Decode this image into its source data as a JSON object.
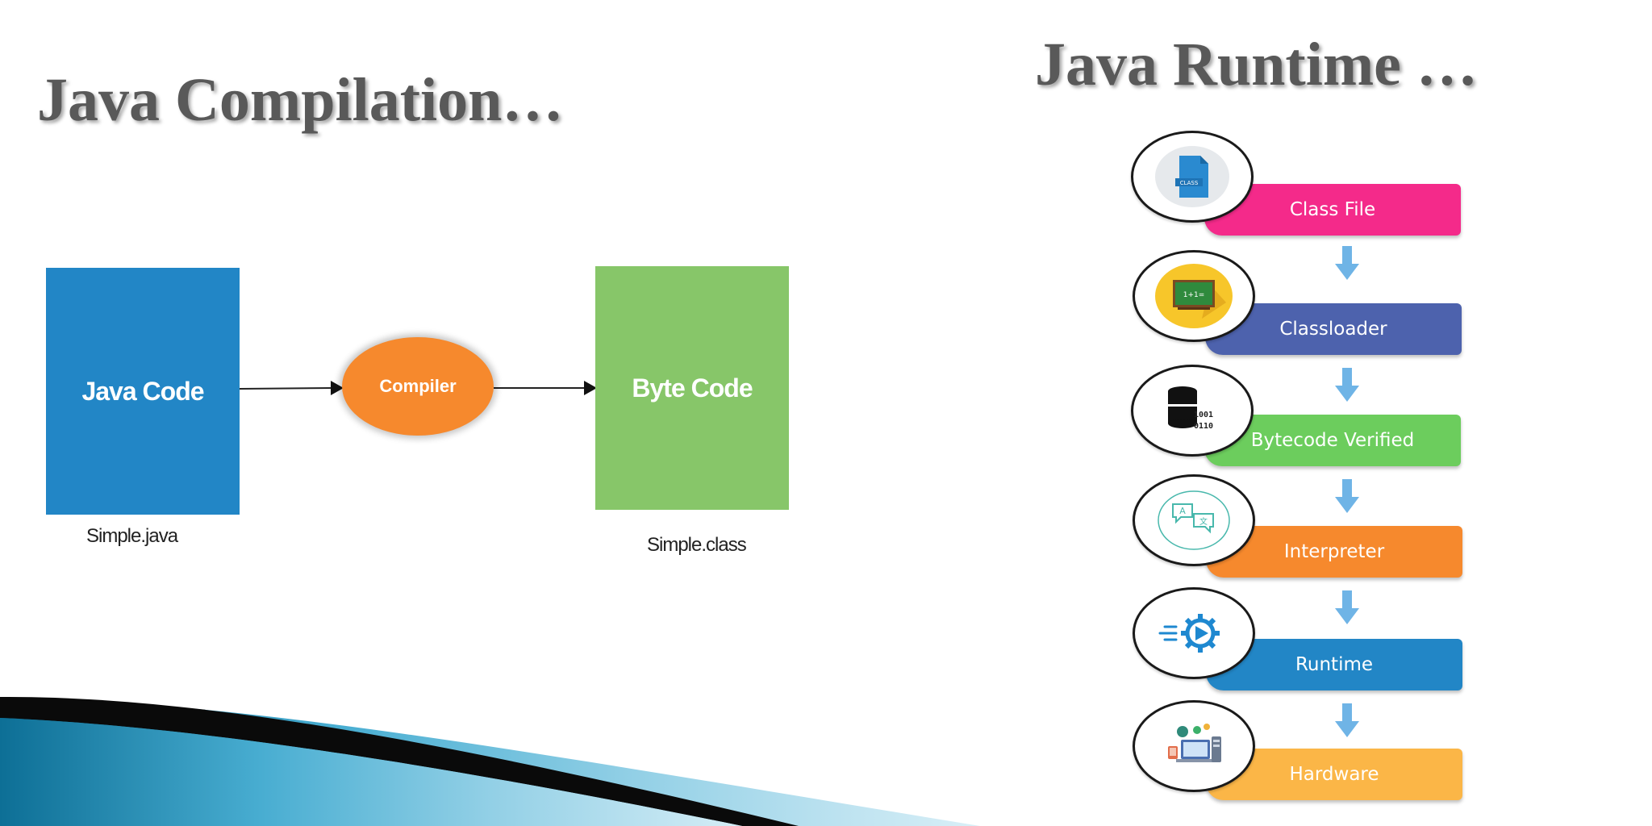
{
  "left_panel": {
    "title": "Java Compilation…",
    "source_box": "Java Code",
    "compiler": "Compiler",
    "output_box": "Byte Code",
    "source_file": "Simple.java",
    "output_file": "Simple.class"
  },
  "right_panel": {
    "title": "Java Runtime …",
    "steps": [
      {
        "label": "Class File",
        "color": "#f42a8a",
        "icon": "class-file-icon",
        "icon_text": "CLASS"
      },
      {
        "label": "Classloader",
        "color": "#4d62ad",
        "icon": "chalkboard-icon",
        "icon_text": "1+1="
      },
      {
        "label": "Bytecode Verified",
        "color": "#6ccd5d",
        "icon": "binary-database-icon",
        "icon_text": "1001 0110"
      },
      {
        "label": "Interpreter",
        "color": "#f6892d",
        "icon": "translation-chat-icon",
        "icon_text": "A 文"
      },
      {
        "label": "Runtime",
        "color": "#2286c6",
        "icon": "gear-play-icon",
        "icon_text": ""
      },
      {
        "label": "Hardware",
        "color": "#fbb647",
        "icon": "hardware-devices-icon",
        "icon_text": ""
      }
    ]
  },
  "colors": {
    "title": "#595959",
    "java_code": "#2286c6",
    "compiler": "#f6892d",
    "byte_code": "#87c669",
    "arrow_down": "#6fb4e6"
  }
}
